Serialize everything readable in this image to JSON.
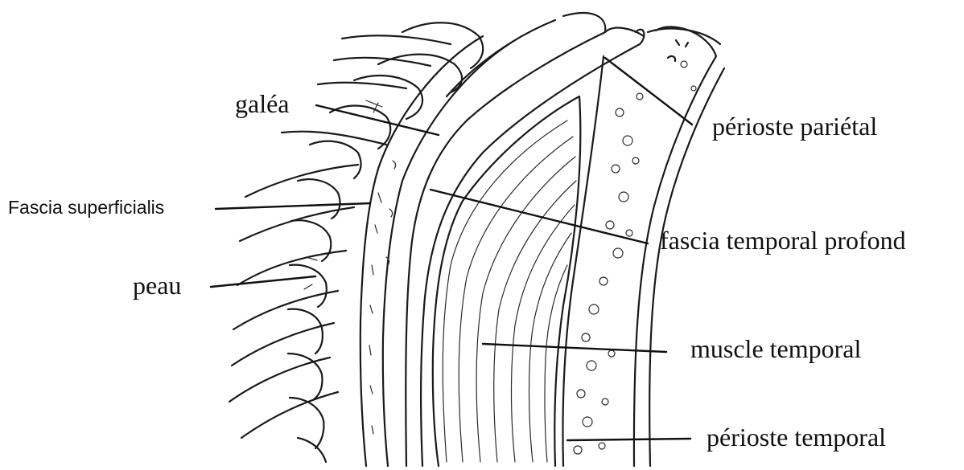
{
  "labels": {
    "galea": "galéa",
    "fascia_superficialis": "Fascia superficialis",
    "peau": "peau",
    "perioste_parietal": "périoste pariétal",
    "fascia_temporal_profond": "fascia temporal profond",
    "muscle_temporal": "muscle temporal",
    "perioste_temporal": "périoste temporal"
  }
}
